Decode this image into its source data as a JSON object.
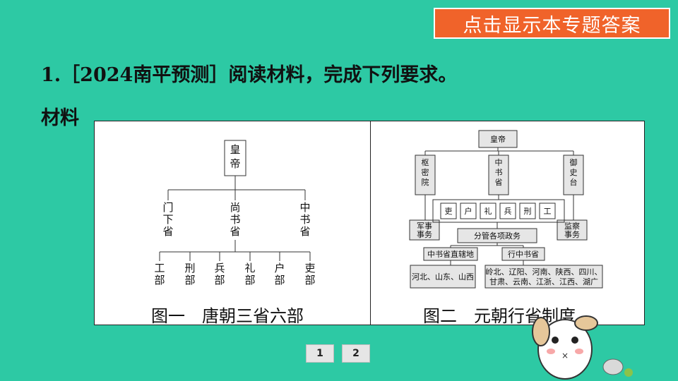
{
  "answer_button": "点击显示本专题答案",
  "question": "1.［2024南平预测］阅读材料，完成下列要求。",
  "material_label": "材料",
  "fig1": {
    "top": "皇帝",
    "mid": [
      "门下省",
      "尚书省",
      "中书省"
    ],
    "bottom": [
      "工部",
      "刑部",
      "兵部",
      "礼部",
      "户部",
      "吏部"
    ],
    "caption": "图一　唐朝三省六部"
  },
  "fig2": {
    "top": "皇帝",
    "branches": [
      "枢密院",
      "中书省",
      "御史台"
    ],
    "six": [
      "吏",
      "户",
      "礼",
      "兵",
      "刑",
      "工"
    ],
    "military": "军事事务",
    "supervision": "监察事务",
    "admin": "分管各项政务",
    "direct": "中书省直辖地",
    "branch_office": "行中书省",
    "direct_regions": "河北、山东、山西",
    "provinces_line1": "岭北、辽阳、河南、陕西、四川、",
    "provinces_line2": "甘肃、云南、江浙、江西、湖广",
    "caption": "图二　元朝行省制度"
  },
  "pages": [
    "1",
    "2"
  ]
}
